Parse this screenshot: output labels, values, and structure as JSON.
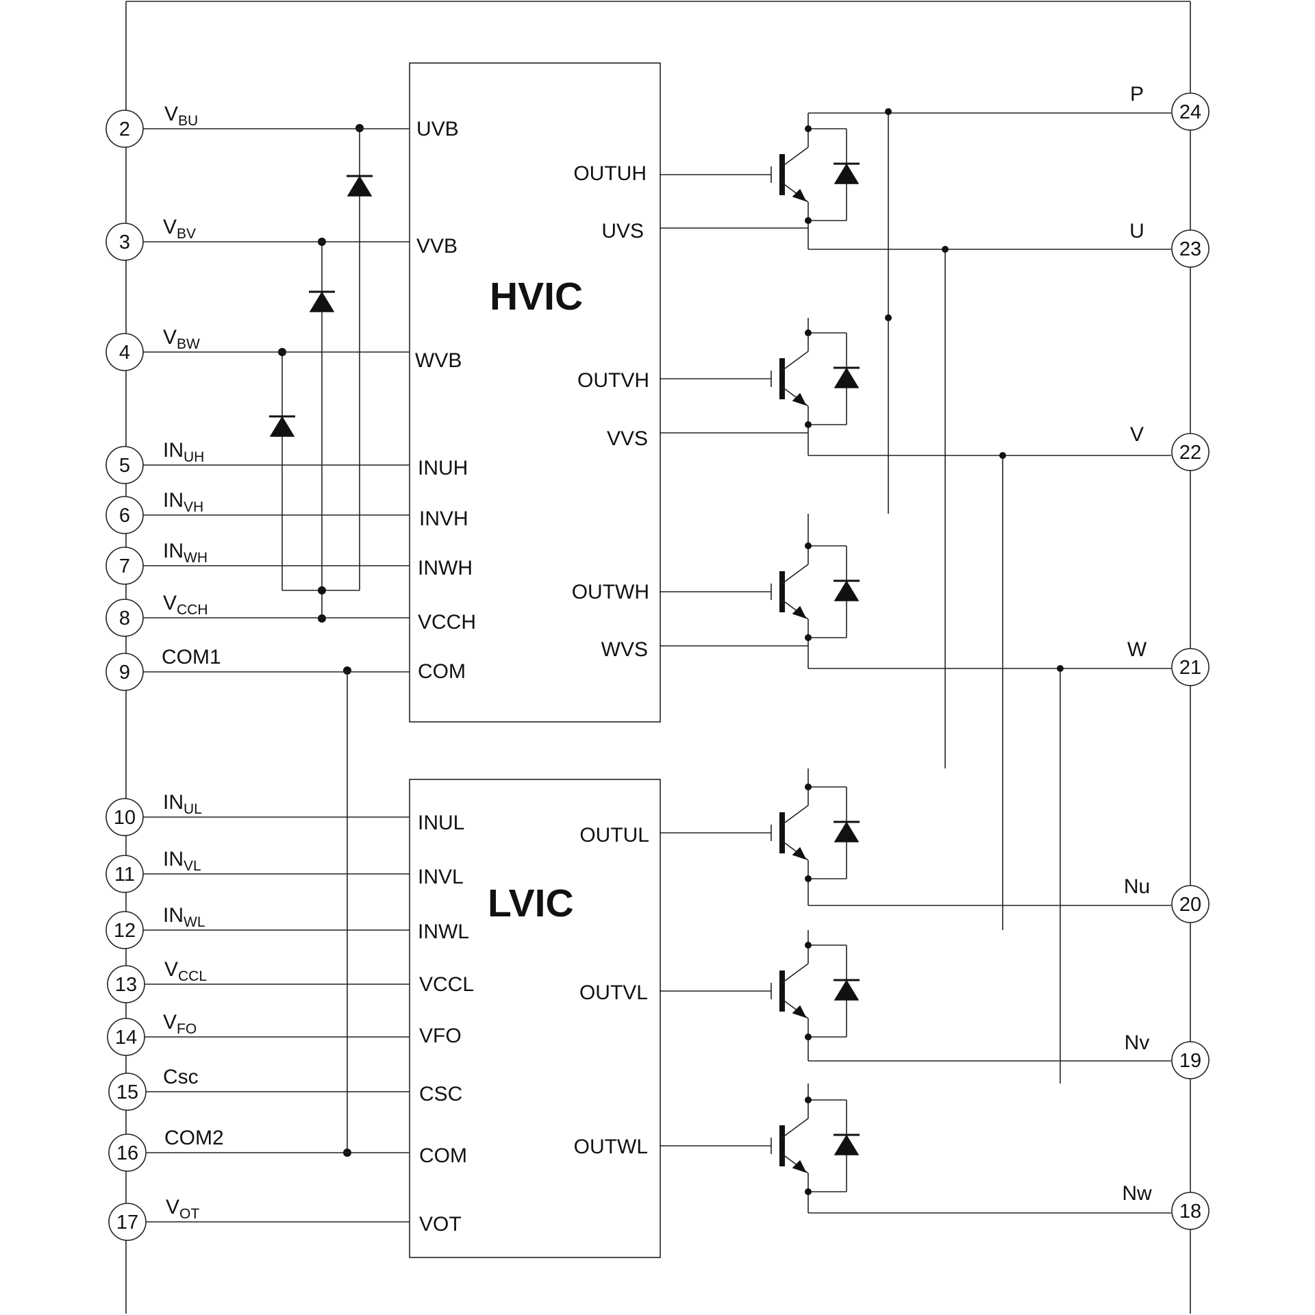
{
  "hvic": {
    "title": "HVIC",
    "left_pins": [
      "UVB",
      "VVB",
      "WVB",
      "INUH",
      "INVH",
      "INWH",
      "VCCH",
      "COM"
    ],
    "right_pins": [
      "OUTUH",
      "UVS",
      "OUTVH",
      "VVS",
      "OUTWH",
      "WVS"
    ]
  },
  "lvic": {
    "title": "LVIC",
    "left_pins": [
      "INUL",
      "INVL",
      "INWL",
      "VCCL",
      "VFO",
      "CSC",
      "COM",
      "VOT"
    ],
    "right_pins": [
      "OUTUL",
      "OUTVL",
      "OUTWL"
    ]
  },
  "left_terminals": [
    {
      "num": "2",
      "base": "V",
      "sub": "BU"
    },
    {
      "num": "3",
      "base": "V",
      "sub": "BV"
    },
    {
      "num": "4",
      "base": "V",
      "sub": "BW"
    },
    {
      "num": "5",
      "base": "IN",
      "sub": "UH"
    },
    {
      "num": "6",
      "base": "IN",
      "sub": "VH"
    },
    {
      "num": "7",
      "base": "IN",
      "sub": "WH"
    },
    {
      "num": "8",
      "base": "V",
      "sub": "CCH"
    },
    {
      "num": "9",
      "base": "COM1",
      "sub": ""
    },
    {
      "num": "10",
      "base": "IN",
      "sub": "UL"
    },
    {
      "num": "11",
      "base": "IN",
      "sub": "VL"
    },
    {
      "num": "12",
      "base": "IN",
      "sub": "WL"
    },
    {
      "num": "13",
      "base": "V",
      "sub": "CCL"
    },
    {
      "num": "14",
      "base": "V",
      "sub": "FO"
    },
    {
      "num": "15",
      "base": "Csc",
      "sub": ""
    },
    {
      "num": "16",
      "base": "COM2",
      "sub": ""
    },
    {
      "num": "17",
      "base": "V",
      "sub": "OT"
    }
  ],
  "right_terminals": [
    {
      "num": "24",
      "label": "P"
    },
    {
      "num": "23",
      "label": "U"
    },
    {
      "num": "22",
      "label": "V"
    },
    {
      "num": "21",
      "label": "W"
    },
    {
      "num": "20",
      "label": "Nu"
    },
    {
      "num": "19",
      "label": "Nv"
    },
    {
      "num": "18",
      "label": "Nw"
    }
  ]
}
